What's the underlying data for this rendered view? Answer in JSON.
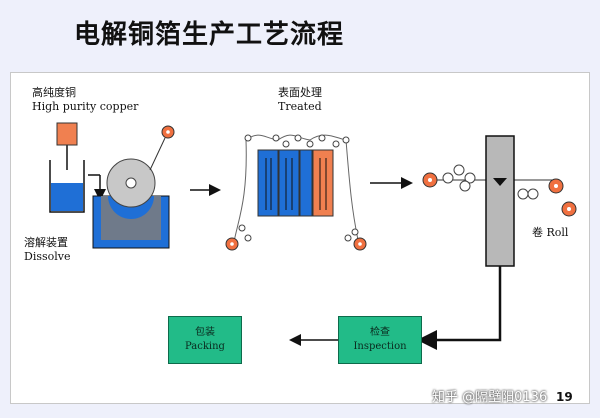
{
  "title": "电解铜箔生产工艺流程",
  "stages": {
    "copper": {
      "zh": "高纯度铜",
      "en": "High purity copper"
    },
    "dissolve": {
      "zh": "溶解装置",
      "en": "Dissolve"
    },
    "treated": {
      "zh": "表面处理",
      "en": "Treated"
    },
    "roll": {
      "zh": "卷",
      "en": "Roll"
    },
    "inspection": {
      "zh": "检查",
      "en": "Inspection"
    },
    "packing": {
      "zh": "包装",
      "en": "Packing"
    }
  },
  "watermark": "知乎 @隔壁阳0136",
  "page_number": "19",
  "colors": {
    "title_bg": "#eef0fb",
    "copper_block": "#f08050",
    "solution": "#1f6fd6",
    "tank_gray": "#6f7a8a",
    "drum": "#c8c8c8",
    "box_green": "#22bb88",
    "roll_orange": "#f07040"
  }
}
